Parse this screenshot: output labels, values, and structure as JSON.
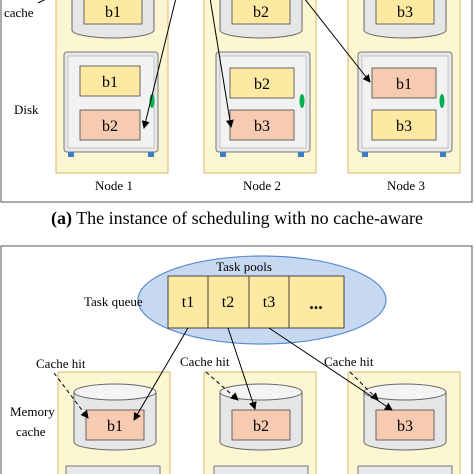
{
  "top": {
    "cache_label": "cache",
    "disk_label": "Disk",
    "caption_letter": "(a)",
    "caption_text": "The instance of scheduling with no cache-aware",
    "nodes": [
      {
        "label": "Node 1",
        "cache_block": "b1",
        "disk_blocks": [
          "b1",
          "b2"
        ]
      },
      {
        "label": "Node 2",
        "cache_block": "b2",
        "disk_blocks": [
          "b2",
          "b3"
        ]
      },
      {
        "label": "Node 3",
        "cache_block": "b3",
        "disk_blocks": [
          "b1",
          "b3"
        ]
      }
    ]
  },
  "bottom": {
    "task_pools_label": "Task pools",
    "task_queue_label": "Task queue",
    "tasks": [
      "t1",
      "t2",
      "t3",
      "..."
    ],
    "cache_hit_label": "Cache hit",
    "memory_label": "Memory",
    "cache_label": "cache",
    "cache_blocks": [
      "b1",
      "b2",
      "b3"
    ]
  },
  "colors": {
    "node_fill": "#fdf6d3",
    "node_stroke": "#d9b96a",
    "block_yellow": "#fde9a2",
    "block_orange": "#f7cbb1",
    "server_fill": "#e8e8e8",
    "ellipse_fill": "#c6d9f1",
    "ellipse_stroke": "#5b8bd0",
    "task_fill": "#fde9a2",
    "led": "#00b050",
    "foot": "#3a7fc4"
  }
}
